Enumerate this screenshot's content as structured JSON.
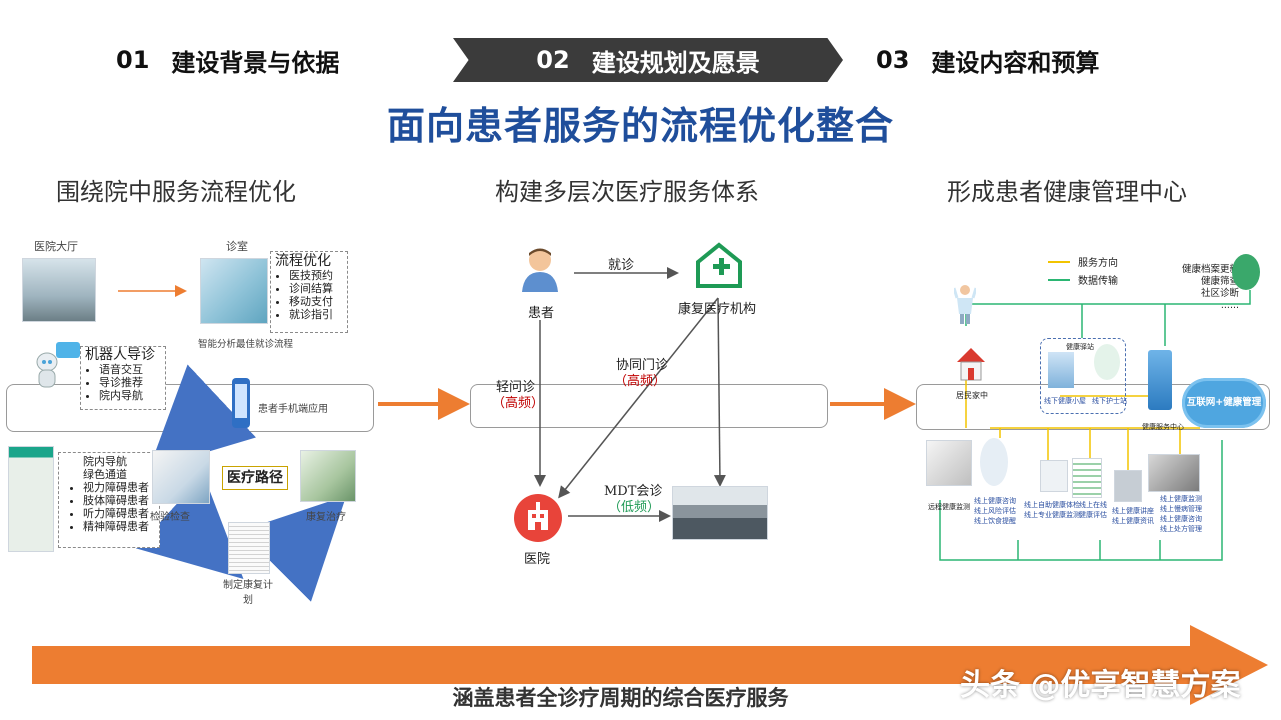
{
  "nav": {
    "tab1": {
      "num": "01",
      "label": "建设背景与依据"
    },
    "tab2": {
      "num": "02",
      "label": "建设规划及愿景"
    },
    "tab3": {
      "num": "03",
      "label": "建设内容和预算"
    }
  },
  "title": "面向患者服务的流程优化整合",
  "left": {
    "title": "围绕院中服务流程优化",
    "hall_label": "医院大厅",
    "clinic_label": "诊室",
    "process": {
      "head": "流程优化",
      "items": [
        "医技预约",
        "诊间结算",
        "移动支付",
        "就诊指引"
      ]
    },
    "smart_text": "智能分析最佳就诊流程",
    "robot": {
      "head": "机器人导诊",
      "items": [
        "语音交互",
        "导诊推荐",
        "院内导航"
      ]
    },
    "phone_label": "患者手机端应用",
    "nav_items": [
      "院内导航",
      "绿色通道",
      "视力障碍患者",
      "肢体障碍患者",
      "听力障碍患者",
      "精神障碍患者"
    ],
    "check_label": "检验检查",
    "path_label": "医疗路径",
    "rehab_label": "康复治疗",
    "plan_label": "制定康复计划"
  },
  "mid": {
    "title": "构建多层次医疗服务体系",
    "patient": "患者",
    "visit": "就诊",
    "rehab_org": "康复医疗机构",
    "light_visit": "轻问诊",
    "light_freq": "（高频）",
    "collab": "协同门诊",
    "collab_freq": "（高频）",
    "mdt": "MDT会诊",
    "mdt_freq": "（低频）",
    "hospital": "医院"
  },
  "right": {
    "title": "形成患者健康管理中心",
    "legend": [
      "服务方向",
      "数据传输"
    ],
    "records": [
      "健康档案更新",
      "健康筛查",
      "社区诊断",
      "......"
    ],
    "resident_home": "居民家中",
    "health_station": "健康驿站",
    "offline_cabin": "线下健康小屋",
    "offline_nurse": "线下护士站",
    "internet_health": "互联网+健康管理",
    "health_center": "健康服务中心",
    "remote_monitor": "远程健康监测",
    "col1": [
      "线上健康咨询",
      "线上风险评估",
      "线上饮食提醒"
    ],
    "col2": [
      "线上自助健康体检",
      "线上专业健康监测"
    ],
    "col3": [
      "线上在线健康评估"
    ],
    "col4": [
      "线上健康讲座",
      "线上健康资讯"
    ],
    "col5": [
      "线上健康监测",
      "线上慢病管理",
      "线上健康咨询",
      "线上处方管理"
    ]
  },
  "footer": {
    "text": "涵盖患者全诊疗周期的综合医疗服务",
    "watermark": "头条 @优享智慧方案"
  },
  "colors": {
    "title": "#1f4e9b",
    "arrow": "#ed7d31",
    "flow_blue": "#4472c4",
    "legend_yellow": "#f2c400",
    "legend_green": "#2bb673"
  }
}
